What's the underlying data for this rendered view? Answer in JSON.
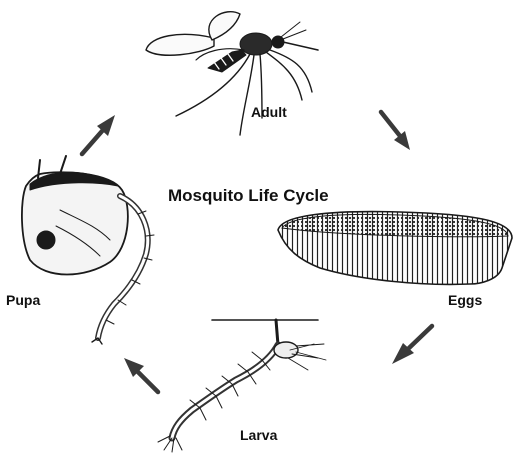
{
  "diagram": {
    "title": "Mosquito Life Cycle",
    "stages": [
      {
        "id": "adult",
        "label": "Adult"
      },
      {
        "id": "eggs",
        "label": "Eggs"
      },
      {
        "id": "larva",
        "label": "Larva"
      },
      {
        "id": "pupa",
        "label": "Pupa"
      }
    ],
    "ink_color": "#1a1a1a"
  }
}
